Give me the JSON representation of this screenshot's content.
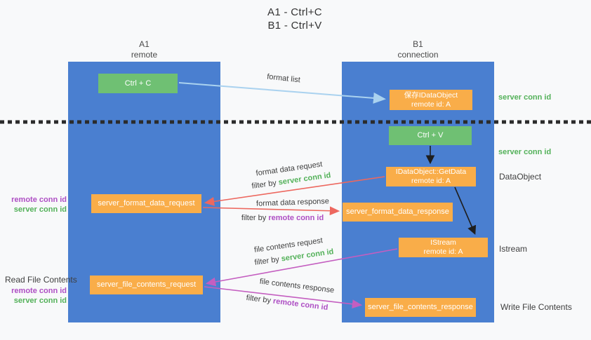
{
  "title": {
    "line1": "A1 - Ctrl+C",
    "line2": "B1 - Ctrl+V"
  },
  "columns": {
    "a1": {
      "name": "A1",
      "subtitle": "remote"
    },
    "b1": {
      "name": "B1",
      "subtitle": "connection"
    }
  },
  "boxes": {
    "ctrl_c": "Ctrl + C",
    "ctrl_v": "Ctrl + V",
    "save_dataobject": {
      "line1": "保存IDataObject",
      "line2": "remote id: A"
    },
    "getdata": {
      "line1": "IDataObject::GetData",
      "line2": "remote id: A"
    },
    "istream": {
      "line1": "IStream",
      "line2": "remote id: A"
    },
    "format_data_request": "server_format_data_request",
    "format_data_response": "server_format_data_response",
    "file_contents_request": "server_file_contents_request",
    "file_contents_response": "server_file_contents_response"
  },
  "arrow_labels": {
    "format_list": "format list",
    "format_data_request": "format data request",
    "format_data_response": "format data response",
    "file_contents_request": "file contents request",
    "file_contents_response": "file contents response",
    "filter_by": "filter by"
  },
  "side_labels": {
    "server_conn_id": "server conn id",
    "remote_conn_id": "remote conn id",
    "dataobject": "DataObject",
    "istream": "Istream",
    "read_file_contents": "Read File Contents",
    "write_file_contents": "Write File Contents"
  },
  "colors": {
    "column_blue": "#4a7fd0",
    "box_green": "#6fc073",
    "box_orange": "#f9ad49",
    "server_conn_id_green": "#53b159",
    "remote_conn_id_purple": "#ae4fc4",
    "request_arrow_red": "#ed685f",
    "contents_arrow_magenta": "#c45ec0",
    "format_list_arrow_blue": "#aad2ef",
    "sync_arrow_black": "#1e1e1e"
  }
}
